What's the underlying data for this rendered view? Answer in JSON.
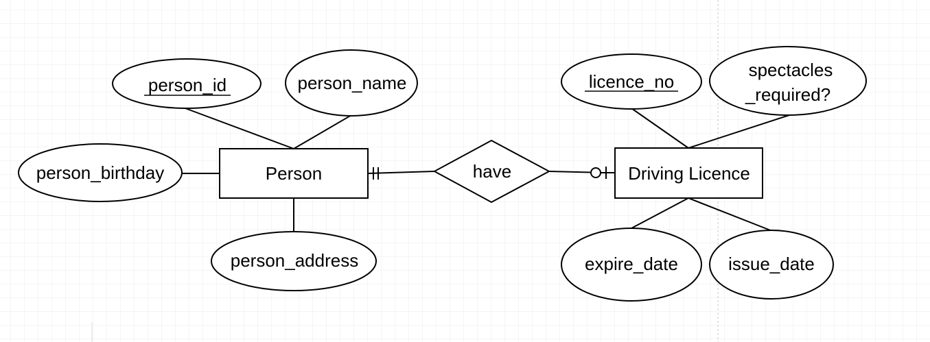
{
  "diagram": {
    "entities": {
      "person": "Person",
      "driving_licence": "Driving Licence"
    },
    "relationship": {
      "label": "have"
    },
    "person_attributes": {
      "person_id": "person_id",
      "person_name": "person_name",
      "person_birthday": "person_birthday",
      "person_address": "person_address"
    },
    "licence_attributes": {
      "licence_no": "licence_no",
      "spectacles_line1": "spectacles",
      "spectacles_line2": "_required?",
      "expire_date": "expire_date",
      "issue_date": "issue_date"
    },
    "cardinality": {
      "person_side": "exactly one",
      "licence_side": "zero or one"
    },
    "colors": {
      "stroke": "#000000",
      "fill": "#ffffff",
      "grid": "#e6e6e6",
      "page_break": "#c8c8c8"
    }
  }
}
